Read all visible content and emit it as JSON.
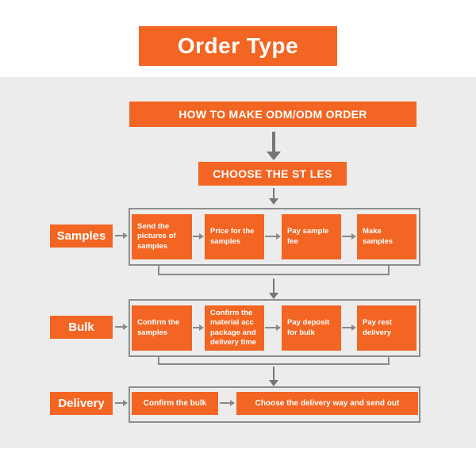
{
  "banner": {
    "label": "Order Type"
  },
  "flow": {
    "top_box": "HOW TO MAKE ODM/ODM ORDER",
    "choose_box": "CHOOSE THE ST LES"
  },
  "rows": [
    {
      "label": "Samples",
      "steps": [
        "Send the pictures of samples",
        "Price for the samples",
        "Pay sample fee",
        "Make samples"
      ]
    },
    {
      "label": "Bulk",
      "steps": [
        "Confirm the samples",
        "Confirm the material acc package and delivery time",
        "Pay deposit for bulk",
        "Pay rest delivery"
      ]
    },
    {
      "label": "Delivery",
      "steps": [
        "Confirm the bulk",
        "Choose the delivery way and send out"
      ]
    }
  ],
  "colors": {
    "accent_orange": "#f26522",
    "panel_gray": "#ececec",
    "border_gray": "#8e8e8e",
    "arrow_gray": "#767676",
    "text_white": "#ffffff"
  }
}
